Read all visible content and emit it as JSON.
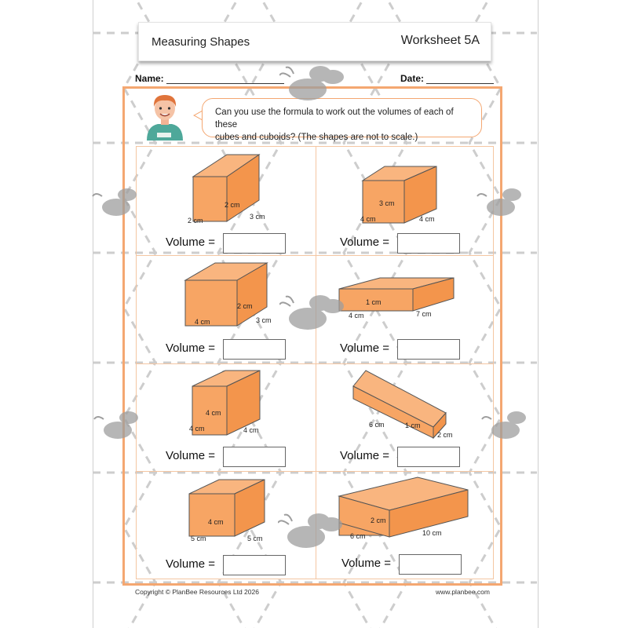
{
  "header": {
    "title": "Measuring Shapes",
    "worksheet": "Worksheet 5A"
  },
  "fields": {
    "name_label": "Name:",
    "date_label": "Date:"
  },
  "prompt": {
    "line1": "Can you use the formula to work out the volumes of each of these",
    "line2": "cubes and cuboids? (The shapes are not to scale.)"
  },
  "volume_label": "Volume =",
  "shapes": [
    {
      "dims": [
        "2 cm",
        "2 cm",
        "3 cm"
      ]
    },
    {
      "dims": [
        "3 cm",
        "4 cm",
        "4 cm"
      ]
    },
    {
      "dims": [
        "2 cm",
        "4 cm",
        "3 cm"
      ]
    },
    {
      "dims": [
        "1 cm",
        "4 cm",
        "7 cm"
      ]
    },
    {
      "dims": [
        "4 cm",
        "4 cm",
        "4 cm"
      ]
    },
    {
      "dims": [
        "1 cm",
        "6 cm",
        "2 cm"
      ]
    },
    {
      "dims": [
        "4 cm",
        "5 cm",
        "5 cm"
      ]
    },
    {
      "dims": [
        "2 cm",
        "6 cm",
        "10 cm"
      ]
    }
  ],
  "footer": {
    "copyright": "Copyright © PlanBee Resources Ltd 2026",
    "website": "www.planbee.com"
  },
  "colors": {
    "accent": "#f4a771",
    "box_fill": "#f7a564",
    "box_side": "#f3954c",
    "box_top": "#f9b57f"
  }
}
